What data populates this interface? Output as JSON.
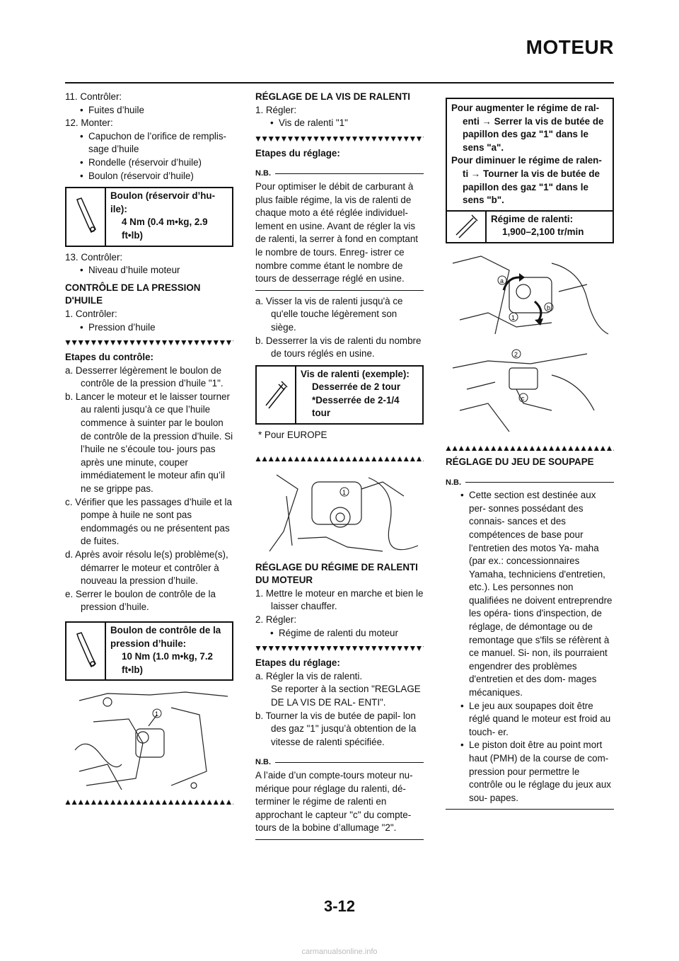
{
  "header": {
    "title": "MOTEUR"
  },
  "col1": {
    "s11": "11. Contrôler:",
    "s11b": "Fuites d’huile",
    "s12": "12. Monter:",
    "s12b1": "Capuchon de l’orifice de remplis- sage d’huile",
    "s12b2": "Rondelle (réservoir d’huile)",
    "s12b3": "Boulon (réservoir d’huile)",
    "spec1_l1": "Boulon (réservoir d’hu- ile):",
    "spec1_l2": "4 Nm (0.4 m•kg, 2.9 ft•lb)",
    "s13": "13. Contrôler:",
    "s13b": "Niveau d’huile moteur",
    "heading": "CONTRÔLE DE LA PRESSION D'HUILE",
    "s1": "1. Contrôler:",
    "s1b": "Pression d’huile",
    "steps_title": "Etapes du contrôle:",
    "a": "a. Desserrer légèrement le boulon de contrôle de la pression d’huile \"1\".",
    "b": "b. Lancer le moteur et le laisser tourner au ralenti jusqu’à ce que l’huile commence à suinter par le boulon de contrôle de la pression d’huile. Si l’huile ne s’écoule tou- jours pas après une minute, couper immédiatement le moteur afin qu’il ne se grippe pas.",
    "c": "c. Vérifier que les passages d’huile et la pompe à huile ne sont pas endommagés ou ne présentent pas de fuites.",
    "d": "d. Après avoir résolu le(s) problème(s), démarrer le moteur et contrôler à nouveau la pression d’huile.",
    "e": "e. Serrer le boulon de contrôle de la pression d’huile.",
    "spec2_l1": "Boulon de contrôle de la pression d’huile:",
    "spec2_l2": "10 Nm (1.0 m•kg, 7.2 ft•lb)",
    "fig_label1": "1"
  },
  "col2": {
    "heading": "RÉGLAGE DE LA VIS DE RALENTI",
    "s1": "1. Régler:",
    "s1b": "Vis de ralenti \"1\"",
    "steps_title": "Etapes du réglage:",
    "nb_label": "N.B.",
    "nb1": "Pour optimiser le débit de carburant à plus faible régime, la vis de ralenti de chaque moto a été réglée individuel- lement en usine. Avant de régler la vis de ralenti, la serrer à fond en comptant le nombre de tours. Enreg- istrer ce nombre comme étant le nombre de tours de desserrage réglé en usine.",
    "a": "a. Visser la vis de ralenti jusqu'à ce qu'elle touche légèrement son siège.",
    "b": "b. Desserrer la vis de ralenti du nombre de tours réglés en usine.",
    "spec_l1": "Vis de ralenti (exemple):",
    "spec_l2": "Desserrée de 2 tour",
    "spec_l3": "*Desserrée de 2-1/4 tour",
    "europe": "* Pour EUROPE",
    "fig_label1": "1",
    "heading2": "RÉGLAGE DU RÉGIME DE RALENTI DU MOTEUR",
    "t1": "1. Mettre le moteur en marche et bien le laisser chauffer.",
    "t2": "2. Régler:",
    "t2b": "Régime de ralenti du moteur",
    "steps_title2": "Etapes du réglage:",
    "ta": "a. Régler la vis de ralenti.",
    "ta2": "Se reporter à la section \"REGLAGE DE LA VIS DE RAL- ENTI\".",
    "tb": "b. Tourner la vis de butée de papil- lon des gaz \"1\" jusqu’à obtention de la vitesse de ralenti spécifiée.",
    "nb_label2": "N.B.",
    "nb2": "A l’aide d’un compte-tours moteur nu- mérique pour réglage du ralenti, dé- terminer le régime de ralenti en approchant le capteur \"c\" du compte- tours de la bobine d’allumage \"2\"."
  },
  "col3": {
    "box1": "Pour augmenter le régime de ral- enti → Serrer la vis de butée de papillon des gaz \"1\" dans le sens \"a\".",
    "box2": "Pour diminuer le régime de ralen- ti → Tourner la vis de butée de papillon des gaz \"1\" dans le sens \"b\".",
    "spec_l1": "Régime de ralenti:",
    "spec_l2": "1,900–2,100 tr/min",
    "fig1_a": "a",
    "fig1_b": "b",
    "fig1_1": "1",
    "fig2_2": "2",
    "fig2_c": "c",
    "heading": "RÉGLAGE DU JEU DE SOUPAPE",
    "nb_label": "N.B.",
    "b1": "Cette section est destinée aux per- sonnes possédant des connais- sances et des compétences de base pour l'entretien des motos Ya- maha (par ex.: concessionnaires Yamaha, techniciens d'entretien, etc.). Les personnes non qualifiées ne doivent entreprendre les opéra- tions d'inspection, de réglage, de démontage ou de remontage que s'fils se réfèrent à ce manuel. Si- non, ils pourraient engendrer des problèmes d'entretien et des dom- mages mécaniques.",
    "b2": "Le jeu aux soupapes doit être réglé quand le moteur est froid au touch- er.",
    "b3": "Le piston doit être au point mort haut (PMH) de la course de com- pression pour permettre le contrôle ou le réglage du jeux aux sou- papes."
  },
  "footer": {
    "page": "3-12",
    "watermark": "carmanualsonline.info"
  }
}
